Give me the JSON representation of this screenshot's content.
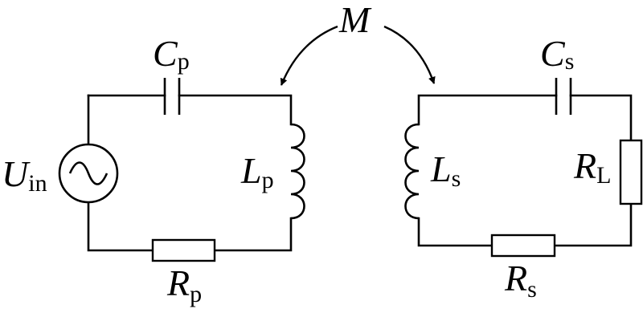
{
  "mutual": {
    "symbol": "M"
  },
  "primary": {
    "source": {
      "symbol": "U",
      "sub": "in"
    },
    "capacitor": {
      "symbol": "C",
      "sub": "p"
    },
    "inductor": {
      "symbol": "L",
      "sub": "p"
    },
    "resistor": {
      "symbol": "R",
      "sub": "p"
    }
  },
  "secondary": {
    "capacitor": {
      "symbol": "C",
      "sub": "s"
    },
    "inductor": {
      "symbol": "L",
      "sub": "s"
    },
    "resistor": {
      "symbol": "R",
      "sub": "s"
    },
    "load": {
      "symbol": "R",
      "sub": "L"
    }
  },
  "colors": {
    "stroke": "#000000",
    "background": "#ffffff"
  }
}
